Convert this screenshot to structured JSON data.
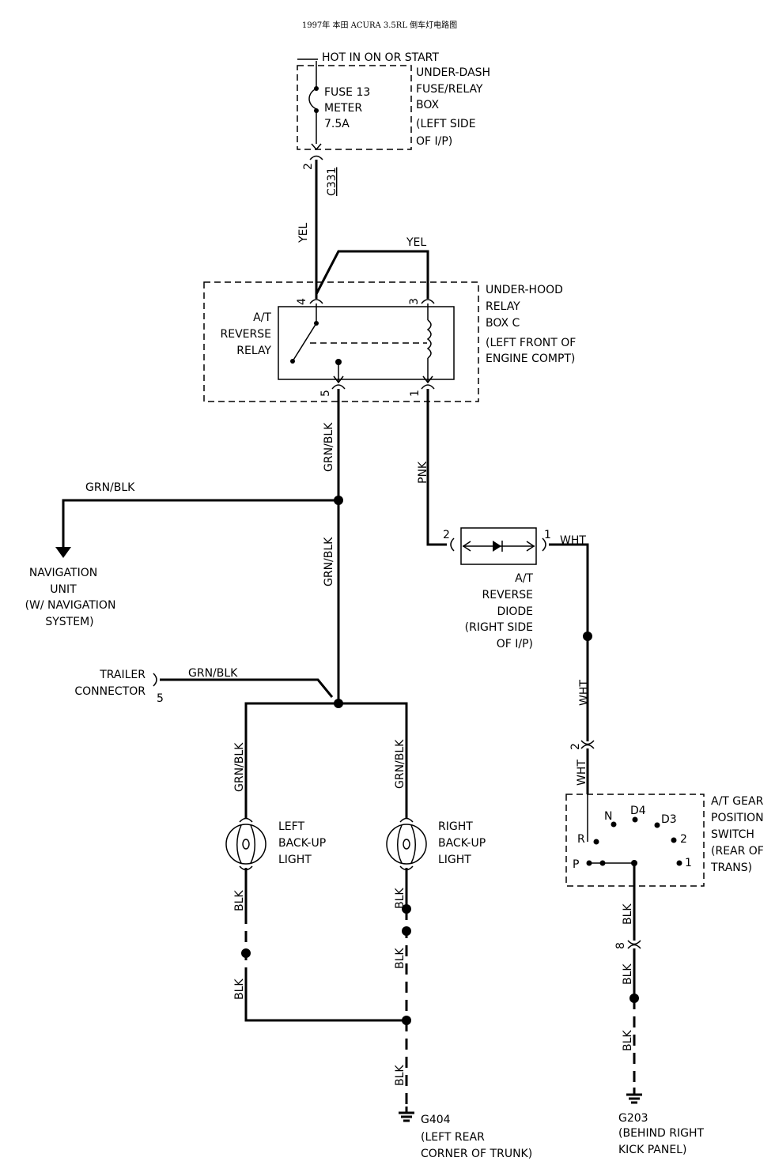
{
  "title": "1997年 本田 ACURA 3.5RL  倒车灯电路图",
  "fuse": {
    "hot_label": "HOT IN ON OR START",
    "lines": [
      "FUSE 13",
      "METER",
      "7.5A"
    ],
    "box_lines": [
      "UNDER-DASH",
      "FUSE/RELAY",
      "BOX",
      "(LEFT SIDE",
      "OF I/P)"
    ],
    "pin": "2",
    "connector": "C331"
  },
  "relay": {
    "name_lines": [
      "A/T",
      "REVERSE",
      "RELAY"
    ],
    "box_lines": [
      "UNDER-HOOD",
      "RELAY",
      "BOX C",
      "(LEFT FRONT OF",
      "ENGINE COMPT)"
    ],
    "pin4": "4",
    "pin3": "3",
    "pin5": "5",
    "pin1": "1"
  },
  "diode": {
    "name_lines": [
      "A/T",
      "REVERSE",
      "DIODE",
      "(RIGHT SIDE",
      "OF I/P)"
    ],
    "pin2": "2",
    "pin1": "1"
  },
  "navigation": {
    "lines": [
      "NAVIGATION",
      "UNIT",
      "(W/ NAVIGATION",
      "SYSTEM)"
    ]
  },
  "trailer": {
    "lines": [
      "TRAILER",
      "CONNECTOR"
    ],
    "pin": "5"
  },
  "left_light": {
    "lines": [
      "LEFT",
      "BACK-UP",
      "LIGHT"
    ]
  },
  "right_light": {
    "lines": [
      "RIGHT",
      "BACK-UP",
      "LIGHT"
    ]
  },
  "switch": {
    "name_lines": [
      "A/T GEAR",
      "POSITION",
      "SWITCH",
      "(REAR OF",
      "TRANS)"
    ],
    "positions": {
      "n": "N",
      "d4": "D4",
      "d3": "D3",
      "r": "R",
      "two": "2",
      "p": "P",
      "one": "1"
    },
    "pin2": "2",
    "pin8": "8"
  },
  "grounds": {
    "g404": [
      "G404",
      "(LEFT REAR",
      "CORNER OF TRUNK)"
    ],
    "g203": [
      "G203",
      "(BEHIND RIGHT",
      "KICK PANEL)"
    ]
  },
  "wires": {
    "yel": "YEL",
    "grn_blk": "GRN/BLK",
    "pnk": "PNK",
    "wht": "WHT",
    "blk": "BLK"
  }
}
